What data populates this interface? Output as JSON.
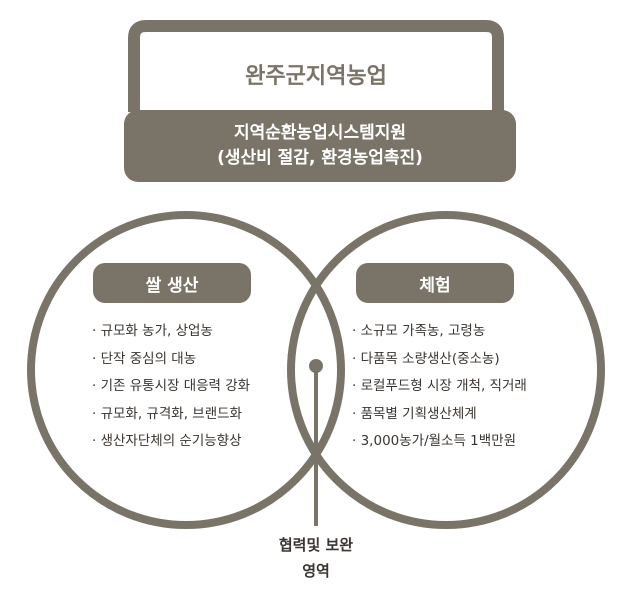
{
  "colors": {
    "primary": "#7a7468",
    "text": "#3a3530",
    "box_text": "#ffffff"
  },
  "top": {
    "title": "완주군지역농업"
  },
  "system": {
    "line1": "지역순환농업시스템지원",
    "line2": "(생산비 절감, 환경농업촉진)"
  },
  "left_circle": {
    "header": "쌀 생산",
    "items": [
      "규모화 농가, 상업농",
      "단작 중심의 대농",
      "기존 유통시장 대응력 강화",
      "규모화, 규격화, 브랜드화",
      "생산자단체의 순기능향상"
    ]
  },
  "right_circle": {
    "header": "체험",
    "items": [
      "소규모 가족농, 고령농",
      "다품목 소량생산(중소농)",
      "로컬푸드형 시장 개척, 직거래",
      "품목별 기획생산체계",
      "3,000농가/월소득 1백만원"
    ]
  },
  "overlap": {
    "line1": "협력및 보완",
    "line2": "영역"
  }
}
